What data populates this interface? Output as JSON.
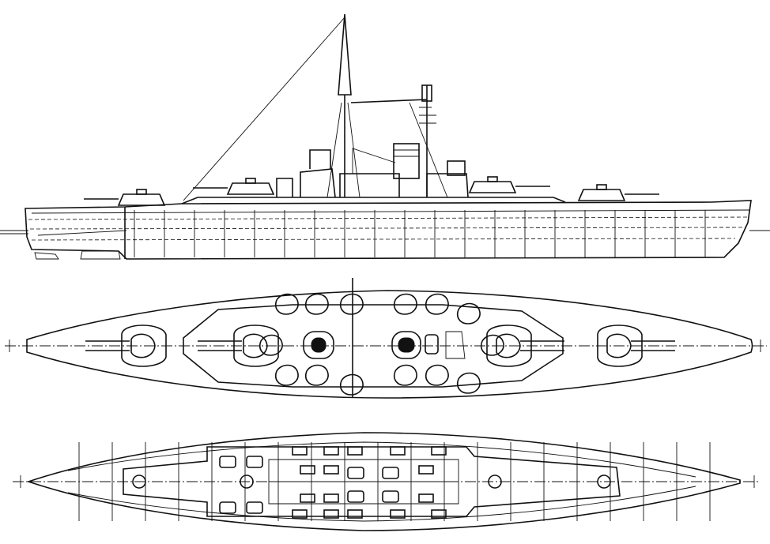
{
  "drawing": {
    "views": [
      "side-elevation",
      "deck-plan",
      "hull-section-plan"
    ],
    "colors": {
      "ink": "#111111",
      "paper": "#ffffff"
    },
    "turrets_per_view": 6,
    "guns_per_turret": 2
  }
}
